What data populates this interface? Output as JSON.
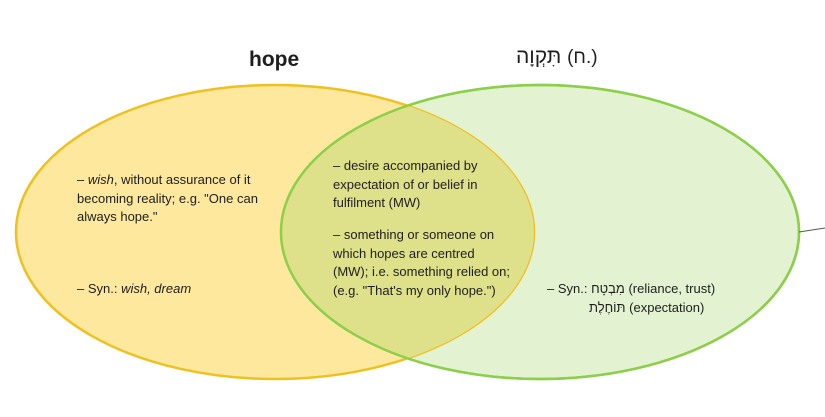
{
  "title_left": "hope",
  "title_right": {
    "word": "תִּקְוָה",
    "pos": "(ח.)"
  },
  "left": {
    "definition": {
      "prefix": "– ",
      "emph": "wish",
      "rest": ", without assurance of it becoming reality; e.g. \"One can always hope.\""
    },
    "synonyms": {
      "prefix": "– Syn.: ",
      "items": "wish, dream"
    }
  },
  "overlap": {
    "definition_1": "– desire accompanied by expectation of or belief in fulfilment (MW)",
    "definition_2": "– something or someone on which hopes are centred (MW); i.e. something relied on; (e.g. \"That's my only hope.\")"
  },
  "right": {
    "synonyms": {
      "prefix": "– Syn.: ",
      "word_1": "מִבְטָח",
      "gloss_1": "(reliance, trust)",
      "word_2": "תּוֹחֶלֶת",
      "gloss_2": "(expectation)"
    }
  },
  "colors": {
    "left_fill": "#fde797",
    "left_stroke": "#f0c020",
    "right_fill": "#e2f1cf",
    "right_stroke": "#8ccf4a",
    "overlap_fill": "#e6e28a"
  }
}
